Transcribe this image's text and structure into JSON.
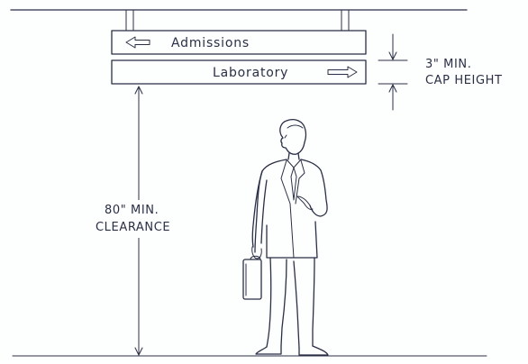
{
  "signs": {
    "top": {
      "text": "Admissions",
      "arrow": "left"
    },
    "bottom": {
      "text": "Laboratory",
      "arrow": "right"
    }
  },
  "cap_height_label": {
    "line1": "3\" MIN.",
    "line2": "CAP HEIGHT"
  },
  "clearance_label": {
    "line1": "80\" MIN.",
    "line2": "CLEARANCE"
  },
  "figure": "businessman-with-briefcase",
  "ink_color": "#2a2f45"
}
